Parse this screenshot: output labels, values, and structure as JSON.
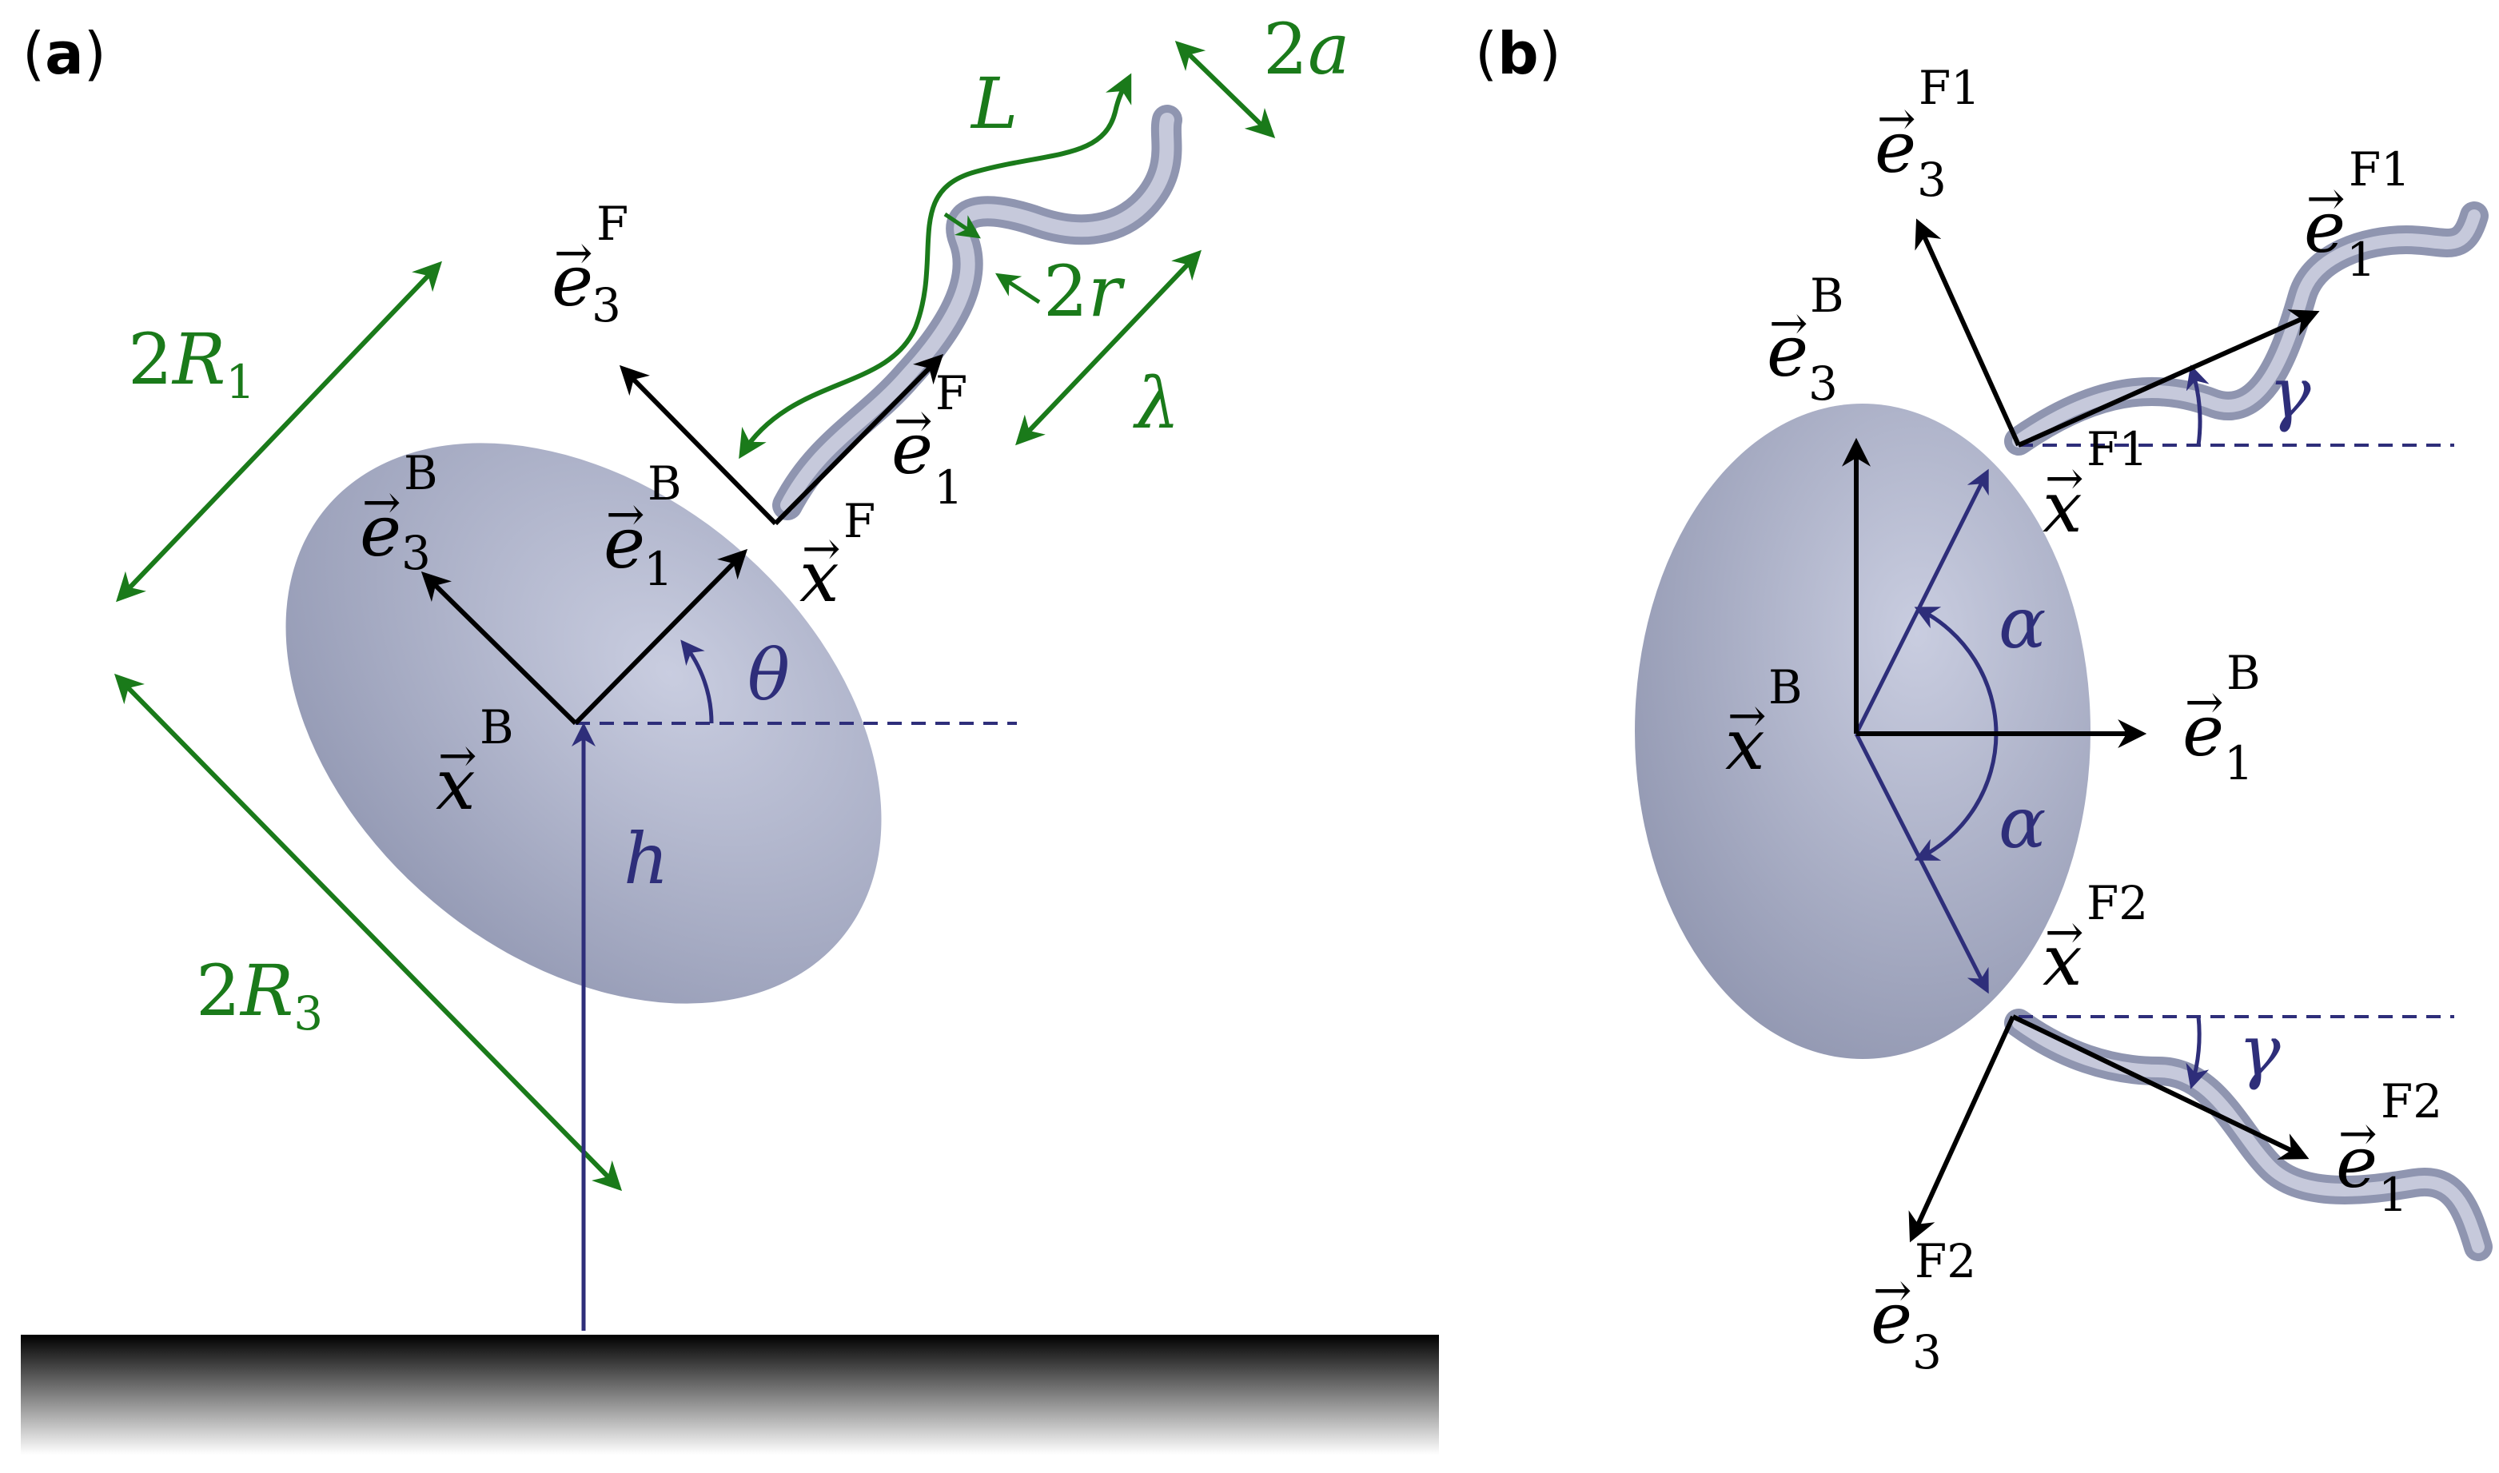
{
  "colors": {
    "ink": "#000000",
    "dimension_green": "#1a7a1a",
    "angle_blue": "#2e2e7a",
    "body_fill": "#a4a9c2",
    "flagellum_fill": "#b5b9cf"
  },
  "panels": [
    {
      "open": "(",
      "letter": "a",
      "close": ")"
    },
    {
      "open": "(",
      "letter": "b",
      "close": ")"
    }
  ],
  "vectors": {
    "e": "e",
    "x": "x",
    "arrow": "→"
  },
  "superscripts": {
    "B": "B",
    "F": "F",
    "F1": "F1",
    "F2": "F2"
  },
  "subscripts": {
    "one": "1",
    "three": "3"
  },
  "dims": {
    "two": "2",
    "R": "R",
    "L": "L",
    "a": "a",
    "r": "r",
    "lambda": "λ"
  },
  "angles": {
    "theta": "θ",
    "h": "h",
    "alpha": "α",
    "gamma": "γ"
  }
}
